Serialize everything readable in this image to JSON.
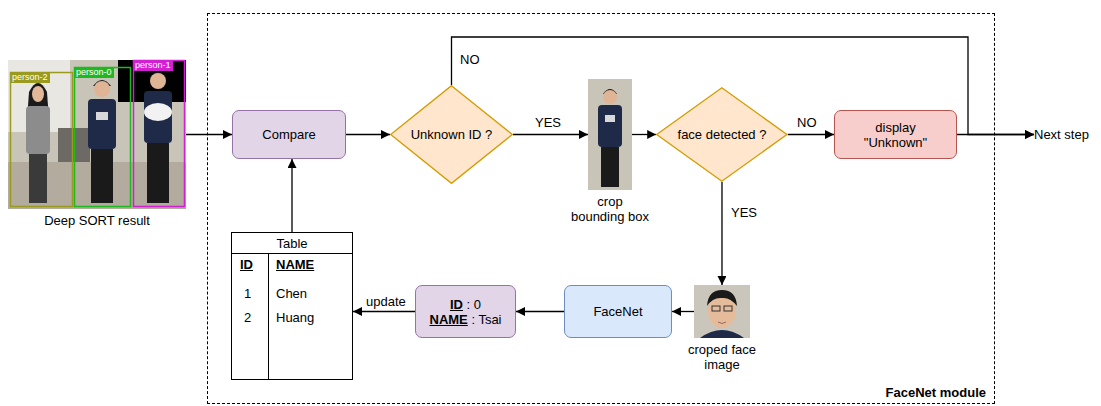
{
  "diagram": {
    "nodes": [
      {
        "text": [
          "Deep SORT result"
        ]
      },
      {
        "text": [
          "FaceNet module"
        ]
      },
      {
        "text": [
          "Compare"
        ],
        "in": 1
      },
      {
        "text": [
          "Unknown ID ?"
        ],
        "in": 1
      },
      {
        "text": [
          "crop bounding box"
        ],
        "in": 1
      },
      {
        "text": [
          "face detected ?"
        ],
        "in": 1
      },
      {
        "text": [
          "display \"Unknown\""
        ],
        "in": 1
      },
      {
        "text": [
          "Next step"
        ]
      },
      {
        "text": [
          "Table"
        ],
        "in": 1
      },
      {
        "text": [
          "ID : 0",
          "NAME : Tsai"
        ],
        "in": 1
      },
      {
        "text": [
          "FaceNet"
        ],
        "in": 1
      },
      {
        "text": [
          "croped face image"
        ],
        "in": 1
      }
    ],
    "edges": [
      {
        "from": 0,
        "to": 2,
        "arrow": "to"
      },
      {
        "from": 2,
        "to": 3,
        "arrow": "to"
      },
      {
        "from": 3,
        "to": 7,
        "label": "NO",
        "arrow": "to"
      },
      {
        "from": 3,
        "to": 4,
        "label": "YES",
        "arrow": "to"
      },
      {
        "from": 4,
        "to": 5,
        "arrow": "to"
      },
      {
        "from": 5,
        "to": 6,
        "label": "NO",
        "arrow": "to"
      },
      {
        "from": 5,
        "to": 11,
        "label": "YES",
        "arrow": "to"
      },
      {
        "from": 6,
        "to": 7,
        "arrow": "to"
      },
      {
        "from": 11,
        "to": 10,
        "arrow": "to"
      },
      {
        "from": 10,
        "to": 9,
        "arrow": "to"
      },
      {
        "from": 9,
        "to": 8,
        "label": "update",
        "arrow": "to"
      },
      {
        "from": 8,
        "to": 2,
        "arrow": "to"
      }
    ],
    "labels": [
      "person-2",
      "person-0",
      "person-1",
      "ID",
      "NAME",
      "1",
      "Chen",
      "2",
      "Huang"
    ]
  }
}
